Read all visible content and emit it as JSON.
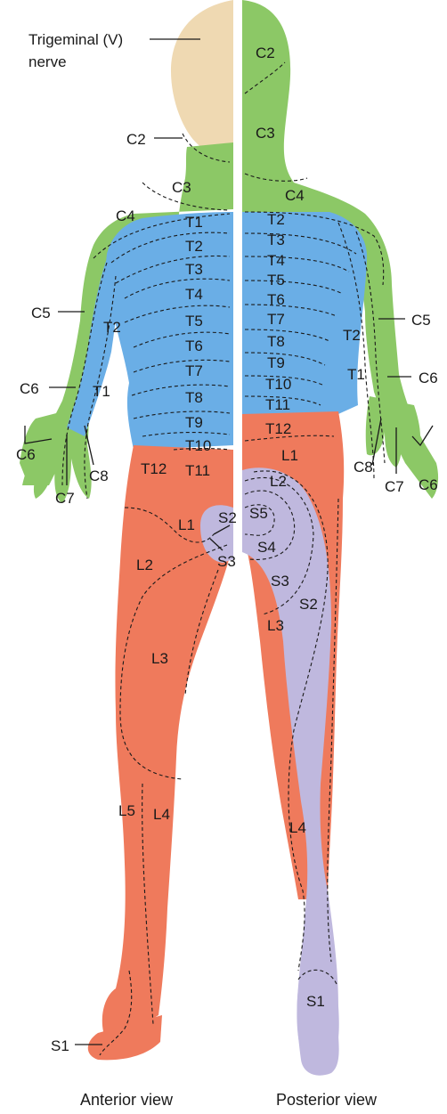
{
  "colors": {
    "cervical": "#8cc866",
    "thoracic": "#6aaee6",
    "lumbar": "#ef7a5c",
    "sacral": "#bfb8de",
    "head_skin": "#efd9b2"
  },
  "title_label": "Trigeminal (V) nerve",
  "title_line1": "Trigeminal (V)",
  "title_line2": "nerve",
  "captions": {
    "anterior": "Anterior view",
    "posterior": "Posterior view"
  },
  "anterior_labels": {
    "c2": "C2",
    "c3": "C3",
    "c4": "C4",
    "c5": "C5",
    "c6": "C6",
    "c7": "C7",
    "c8": "C8",
    "t1": "T1",
    "t2": "T2",
    "t3": "T3",
    "t4": "T4",
    "t5": "T5",
    "t6": "T6",
    "t7": "T7",
    "t8": "T8",
    "t9": "T9",
    "t10": "T10",
    "t11": "T11",
    "t12": "T12",
    "t1_arm": "T1",
    "t2_arm": "T2",
    "l1": "L1",
    "l2": "L2",
    "l3": "L3",
    "l4": "L4",
    "l5": "L5",
    "s1": "S1",
    "s2": "S2",
    "s3": "S3"
  },
  "posterior_labels": {
    "c2": "C2",
    "c3": "C3",
    "c4": "C4",
    "c5": "C5",
    "c6": "C6",
    "c7": "C7",
    "c8": "C8",
    "t2": "T2",
    "t3": "T3",
    "t4": "T4",
    "t5": "T5",
    "t6": "T6",
    "t7": "T7",
    "t8": "T8",
    "t9": "T9",
    "t10": "T10",
    "t11": "T11",
    "t12": "T12",
    "t1_arm": "T1",
    "t2_arm": "T2",
    "l1": "L1",
    "l2": "L2",
    "l3": "L3",
    "l4": "L4",
    "s1": "S1",
    "s2": "S2",
    "s3": "S3",
    "s4": "S4",
    "s5": "S5"
  }
}
